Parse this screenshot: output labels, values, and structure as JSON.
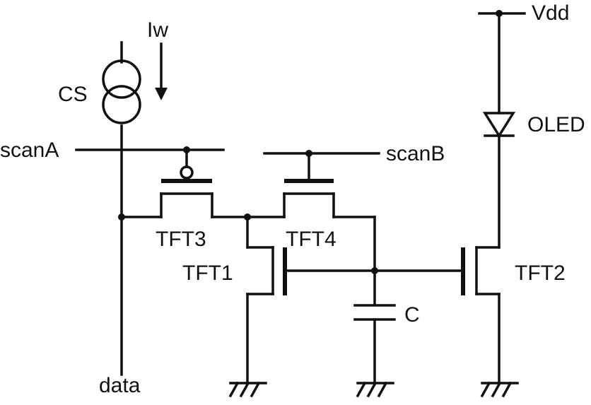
{
  "labels": {
    "iw": "Iw",
    "cs": "CS",
    "vdd": "Vdd",
    "oled": "OLED",
    "scanA": "scanA",
    "scanB": "scanB",
    "tft1": "TFT1",
    "tft2": "TFT2",
    "tft3": "TFT3",
    "tft4": "TFT4",
    "cap": "C",
    "data": "data"
  }
}
